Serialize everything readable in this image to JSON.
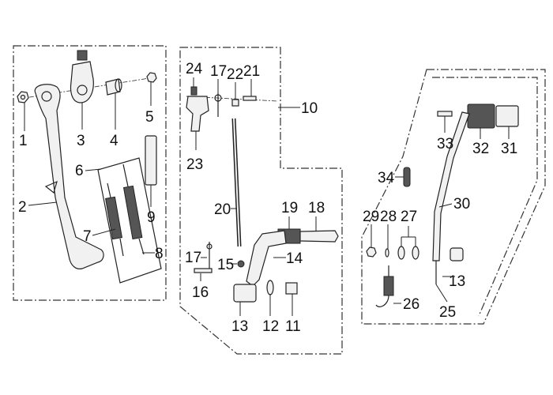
{
  "callouts": {
    "p1": "1",
    "p2": "2",
    "p3": "3",
    "p4": "4",
    "p5": "5",
    "p6": "6",
    "p7": "7",
    "p8": "8",
    "p9": "9",
    "p10": "10",
    "p11": "11",
    "p12": "12",
    "p13a": "13",
    "p14": "14",
    "p15": "15",
    "p16": "16",
    "p17a": "17",
    "p17b": "17",
    "p18": "18",
    "p19": "19",
    "p20": "20",
    "p21": "21",
    "p22": "22",
    "p23": "23",
    "p24": "24",
    "p25": "25",
    "p26": "26",
    "p27": "27",
    "p28": "28",
    "p29": "29",
    "p30": "30",
    "p31": "31",
    "p32": "32",
    "p33": "33",
    "p34": "34",
    "p13b": "13"
  },
  "colors": {
    "line": "#222222",
    "background": "#ffffff",
    "part_fill": "#f1f1f1"
  }
}
